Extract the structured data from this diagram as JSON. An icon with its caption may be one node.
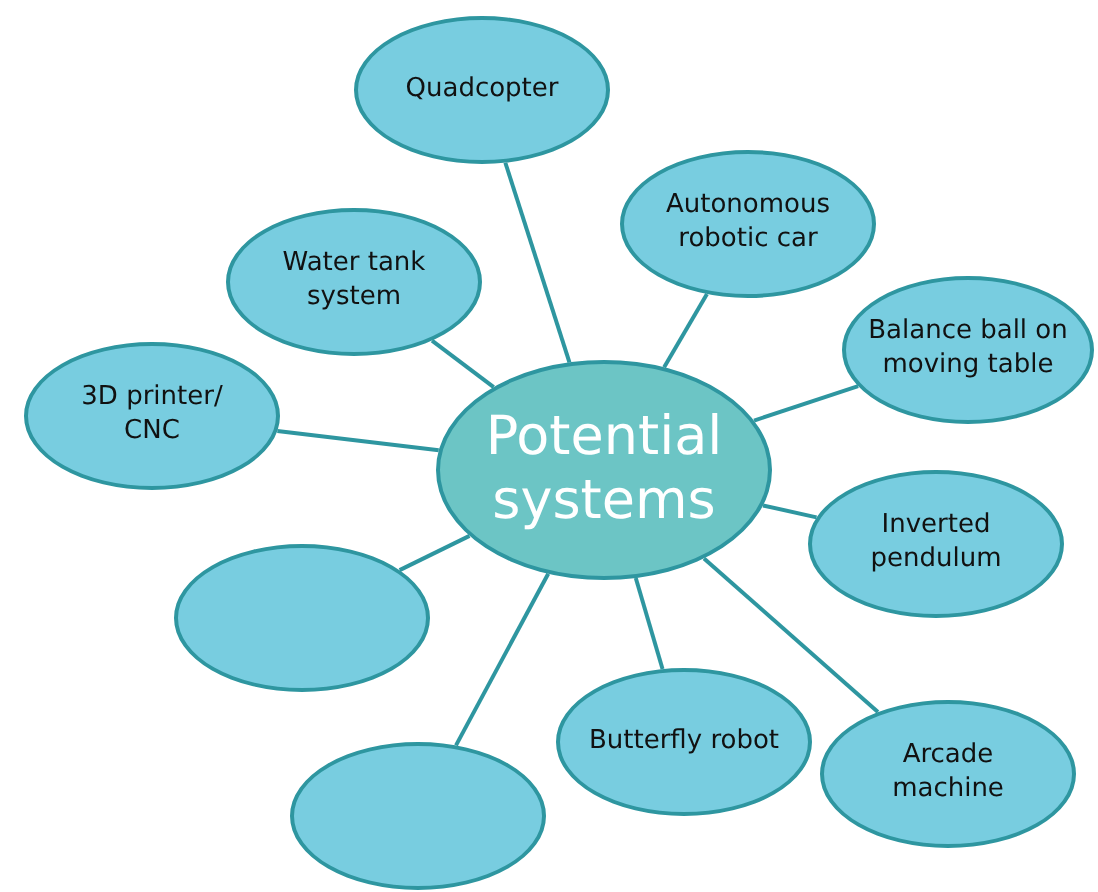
{
  "diagram": {
    "nodes": [
      {
        "text": [
          "Potential systems"
        ]
      },
      {
        "text": [
          "Quadcopter"
        ]
      },
      {
        "text": [
          "Autonomous robotic car"
        ]
      },
      {
        "text": [
          "Water tank system"
        ]
      },
      {
        "text": [
          "Balance ball on moving table"
        ]
      },
      {
        "text": [
          "3D printer/ CNC"
        ]
      },
      {
        "text": [
          "Inverted pendulum"
        ]
      },
      {
        "text": [],
        "shape": "ellipse"
      },
      {
        "text": [
          "Butterfly robot"
        ]
      },
      {
        "text": [
          "Arcade machine"
        ]
      },
      {
        "text": [],
        "shape": "ellipse"
      }
    ],
    "edges": [
      {
        "from": 0,
        "to": 1,
        "arrow": "none"
      },
      {
        "from": 0,
        "to": 2,
        "arrow": "none"
      },
      {
        "from": 0,
        "to": 3,
        "arrow": "none"
      },
      {
        "from": 0,
        "to": 4,
        "arrow": "none"
      },
      {
        "from": 0,
        "to": 5,
        "arrow": "none"
      },
      {
        "from": 0,
        "to": 6,
        "arrow": "none"
      },
      {
        "from": 0,
        "to": 7,
        "arrow": "none"
      },
      {
        "from": 0,
        "to": 8,
        "arrow": "none"
      },
      {
        "from": 0,
        "to": 9,
        "arrow": "none"
      },
      {
        "from": 0,
        "to": 10,
        "arrow": "none"
      }
    ]
  }
}
